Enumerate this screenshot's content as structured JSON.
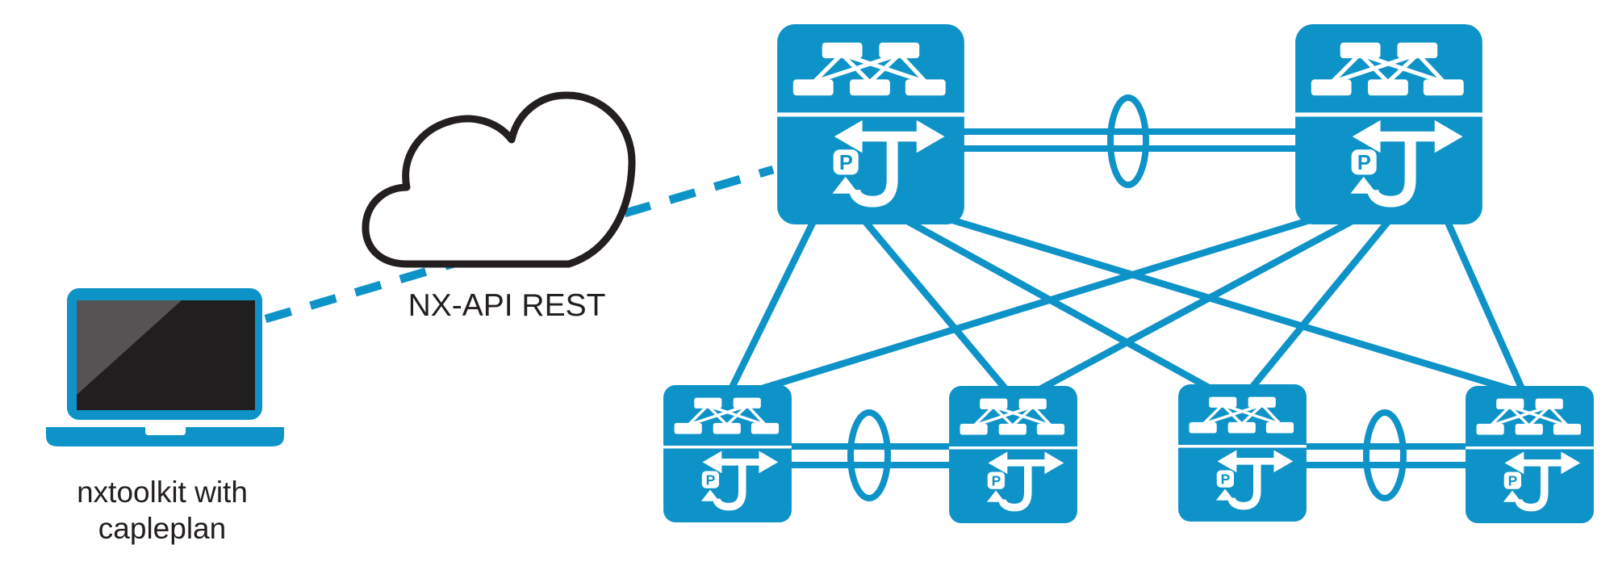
{
  "diagram": {
    "type": "network-topology",
    "labels": {
      "client_line1": "nxtoolkit with",
      "client_line2": "capleplan",
      "api": "NX-API REST"
    },
    "badge_letter": "P",
    "colors": {
      "accent_blue": "#0E93C8",
      "outline_black": "#231F20",
      "laptop_screen_dark": "#211E1F",
      "laptop_screen_glare": "#575355",
      "background": "#FFFFFF"
    },
    "nodes": [
      {
        "id": "client-laptop",
        "kind": "laptop",
        "label": "nxtoolkit with capleplan"
      },
      {
        "id": "nx-api-cloud",
        "kind": "cloud",
        "label": "NX-API REST"
      },
      {
        "id": "spine-1",
        "kind": "vpc-switch"
      },
      {
        "id": "spine-2",
        "kind": "vpc-switch"
      },
      {
        "id": "leaf-1",
        "kind": "vpc-switch"
      },
      {
        "id": "leaf-2",
        "kind": "vpc-switch"
      },
      {
        "id": "leaf-3",
        "kind": "vpc-switch"
      },
      {
        "id": "leaf-4",
        "kind": "vpc-switch"
      }
    ],
    "edges": [
      {
        "from": "client-laptop",
        "to": "spine-1",
        "style": "dashed",
        "via": "nx-api-cloud"
      },
      {
        "from": "spine-1",
        "to": "spine-2",
        "style": "port-channel"
      },
      {
        "from": "leaf-1",
        "to": "leaf-2",
        "style": "port-channel"
      },
      {
        "from": "leaf-3",
        "to": "leaf-4",
        "style": "port-channel"
      },
      {
        "from": "spine-1",
        "to": "leaf-1",
        "style": "solid"
      },
      {
        "from": "spine-1",
        "to": "leaf-2",
        "style": "solid"
      },
      {
        "from": "spine-1",
        "to": "leaf-3",
        "style": "solid"
      },
      {
        "from": "spine-1",
        "to": "leaf-4",
        "style": "solid"
      },
      {
        "from": "spine-2",
        "to": "leaf-1",
        "style": "solid"
      },
      {
        "from": "spine-2",
        "to": "leaf-2",
        "style": "solid"
      },
      {
        "from": "spine-2",
        "to": "leaf-3",
        "style": "solid"
      },
      {
        "from": "spine-2",
        "to": "leaf-4",
        "style": "solid"
      }
    ]
  }
}
